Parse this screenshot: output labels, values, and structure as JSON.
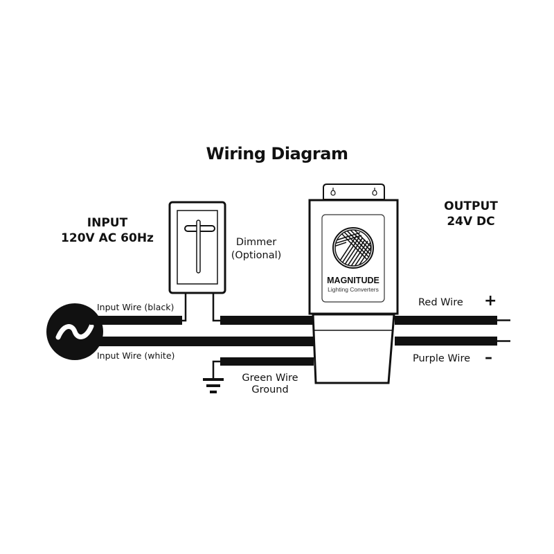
{
  "title": "Wiring Diagram",
  "input": {
    "heading": "INPUT",
    "spec": "120V AC 60Hz",
    "source_icon": "ac-source-icon",
    "black_wire_label": "Input Wire (black)",
    "white_wire_label": "Input Wire (white)"
  },
  "dimmer": {
    "label_line1": "Dimmer",
    "label_line2": "(Optional)"
  },
  "converter": {
    "brand": "MAGNITUDE",
    "subtitle": "Lighting Converters"
  },
  "ground": {
    "label_line1": "Green Wire",
    "label_line2": "Ground"
  },
  "output": {
    "heading": "OUTPUT",
    "spec": "24V DC",
    "red_wire_label": "Red Wire",
    "red_sign": "+",
    "purple_wire_label": "Purple Wire",
    "purple_sign": "–"
  }
}
